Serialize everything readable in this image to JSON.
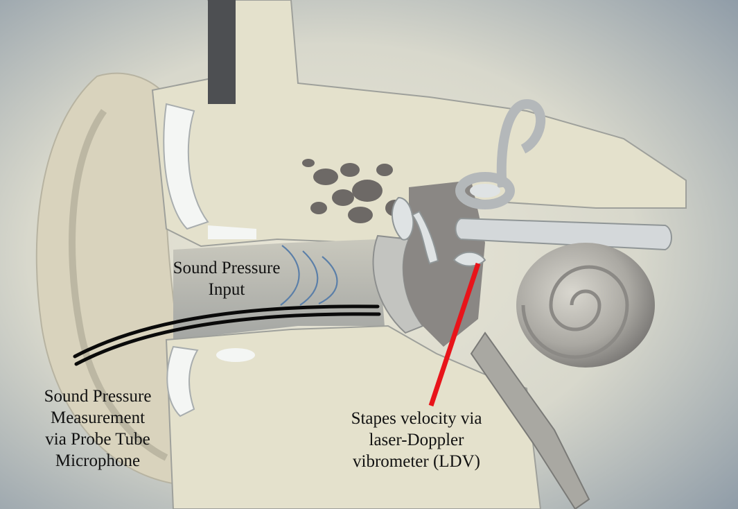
{
  "labels": {
    "sound_pressure_input": [
      "Sound Pressure",
      "Input"
    ],
    "sound_pressure_measurement": [
      "Sound Pressure",
      "Measurement",
      "via Probe Tube",
      "Microphone"
    ],
    "stapes_velocity": [
      "Stapes velocity via",
      "laser-Doppler",
      "vibrometer (LDV)"
    ]
  },
  "colors": {
    "ldv_beam": "#e8141a",
    "sound_waves": "#5b7fa8",
    "probe_tube": "#0a0a0a",
    "bone": "#e4e1cc",
    "cartilage_highlight": "#f4f6f4",
    "background_vignette": "#8e9ba7"
  }
}
